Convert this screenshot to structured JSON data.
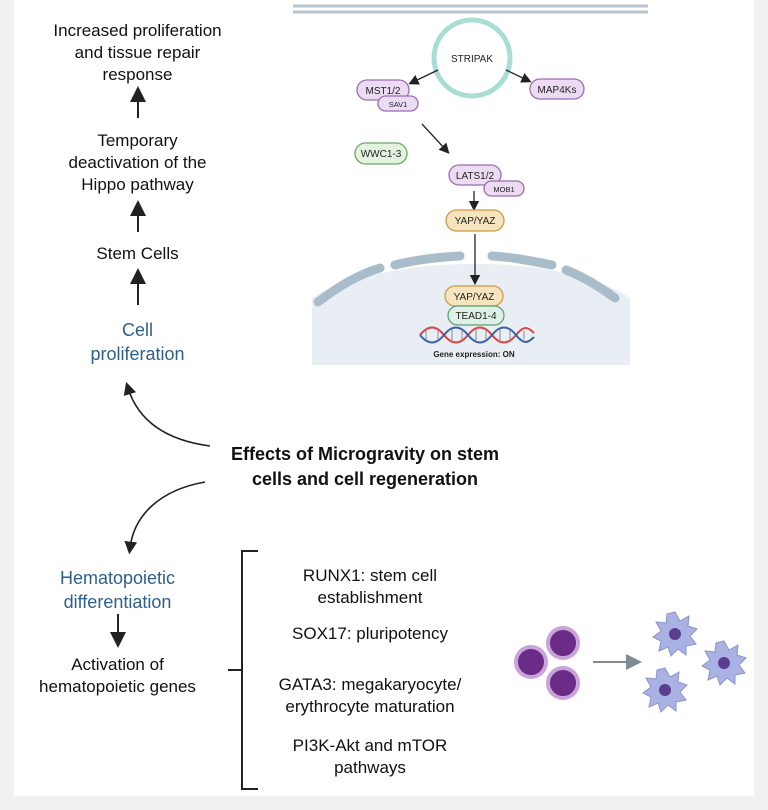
{
  "left_chain": {
    "top_text": [
      "Increased proliferation",
      "and tissue repair",
      "response"
    ],
    "temp_text": [
      "Temporary",
      "deactivation of the",
      "Hippo pathway"
    ],
    "stem_cells": "Stem Cells",
    "cell_prolif": [
      "Cell",
      "proliferation"
    ]
  },
  "center": {
    "title": [
      "Effects of Microgravity on stem",
      "cells and cell regeneration"
    ]
  },
  "bottom_left": {
    "hemato": [
      "Hematopoietic",
      "differentiation"
    ],
    "activation": [
      "Activation of",
      "hematopoietic genes"
    ]
  },
  "genes": {
    "runx1": [
      "RUNX1: stem cell",
      "establishment"
    ],
    "sox17": "SOX17: pluripotency",
    "gata3": [
      "GATA3: megakaryocyte/",
      "erythrocyte maturation"
    ],
    "pi3k": [
      "PI3K-Akt and mTOR",
      "pathways"
    ]
  },
  "pathway": {
    "stripak": "STRIPAK",
    "mst": "MST1/2",
    "sav": "SAV1",
    "map4k": "MAP4Ks",
    "wwc": "WWC1-3",
    "lats": "LATS1/2",
    "mob": "MOB1",
    "yap_top": "YAP/YAZ",
    "yap_nuc": "YAP/YAZ",
    "tead": "TEAD1-4",
    "gene_expr": "Gene expression: ON"
  },
  "colors": {
    "title_blue": "#2d5f8d",
    "kinase_purple_fill": "#ecdcf3",
    "kinase_purple_stroke": "#9a6bb0",
    "wwc_green_fill": "#e3f3e0",
    "wwc_green_stroke": "#6aa865",
    "yap_fill": "#f6e4be",
    "yap_stroke": "#c99a45",
    "tead_fill": "#dff0e6",
    "tead_stroke": "#5e9b7a",
    "nucleus": "#e8eef4",
    "stripak_ring": "#a8ddd3",
    "cell_purple": "#6a2c86"
  }
}
